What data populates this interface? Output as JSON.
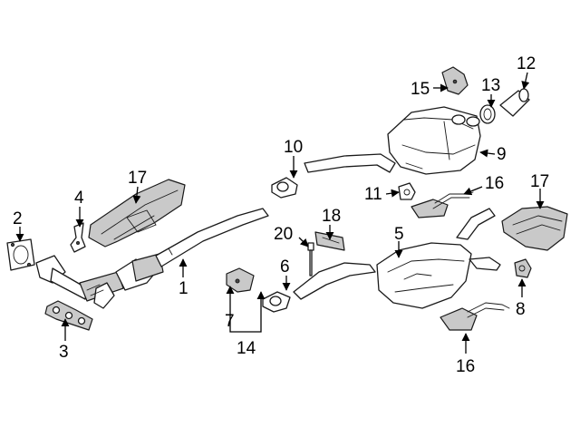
{
  "callouts": [
    {
      "id": "c1",
      "text": "1"
    },
    {
      "id": "c2",
      "text": "2"
    },
    {
      "id": "c3",
      "text": "3"
    },
    {
      "id": "c4",
      "text": "4"
    },
    {
      "id": "c5",
      "text": "5"
    },
    {
      "id": "c6",
      "text": "6"
    },
    {
      "id": "c7",
      "text": "7"
    },
    {
      "id": "c8",
      "text": "8"
    },
    {
      "id": "c9",
      "text": "9"
    },
    {
      "id": "c10",
      "text": "10"
    },
    {
      "id": "c11",
      "text": "11"
    },
    {
      "id": "c12",
      "text": "12"
    },
    {
      "id": "c13",
      "text": "13"
    },
    {
      "id": "c14",
      "text": "14"
    },
    {
      "id": "c15",
      "text": "15"
    },
    {
      "id": "c16a",
      "text": "16"
    },
    {
      "id": "c16b",
      "text": "16"
    },
    {
      "id": "c17",
      "text": "17"
    },
    {
      "id": "c18",
      "text": "18"
    },
    {
      "id": "c19",
      "text": "19"
    },
    {
      "id": "c20",
      "text": "20"
    }
  ]
}
